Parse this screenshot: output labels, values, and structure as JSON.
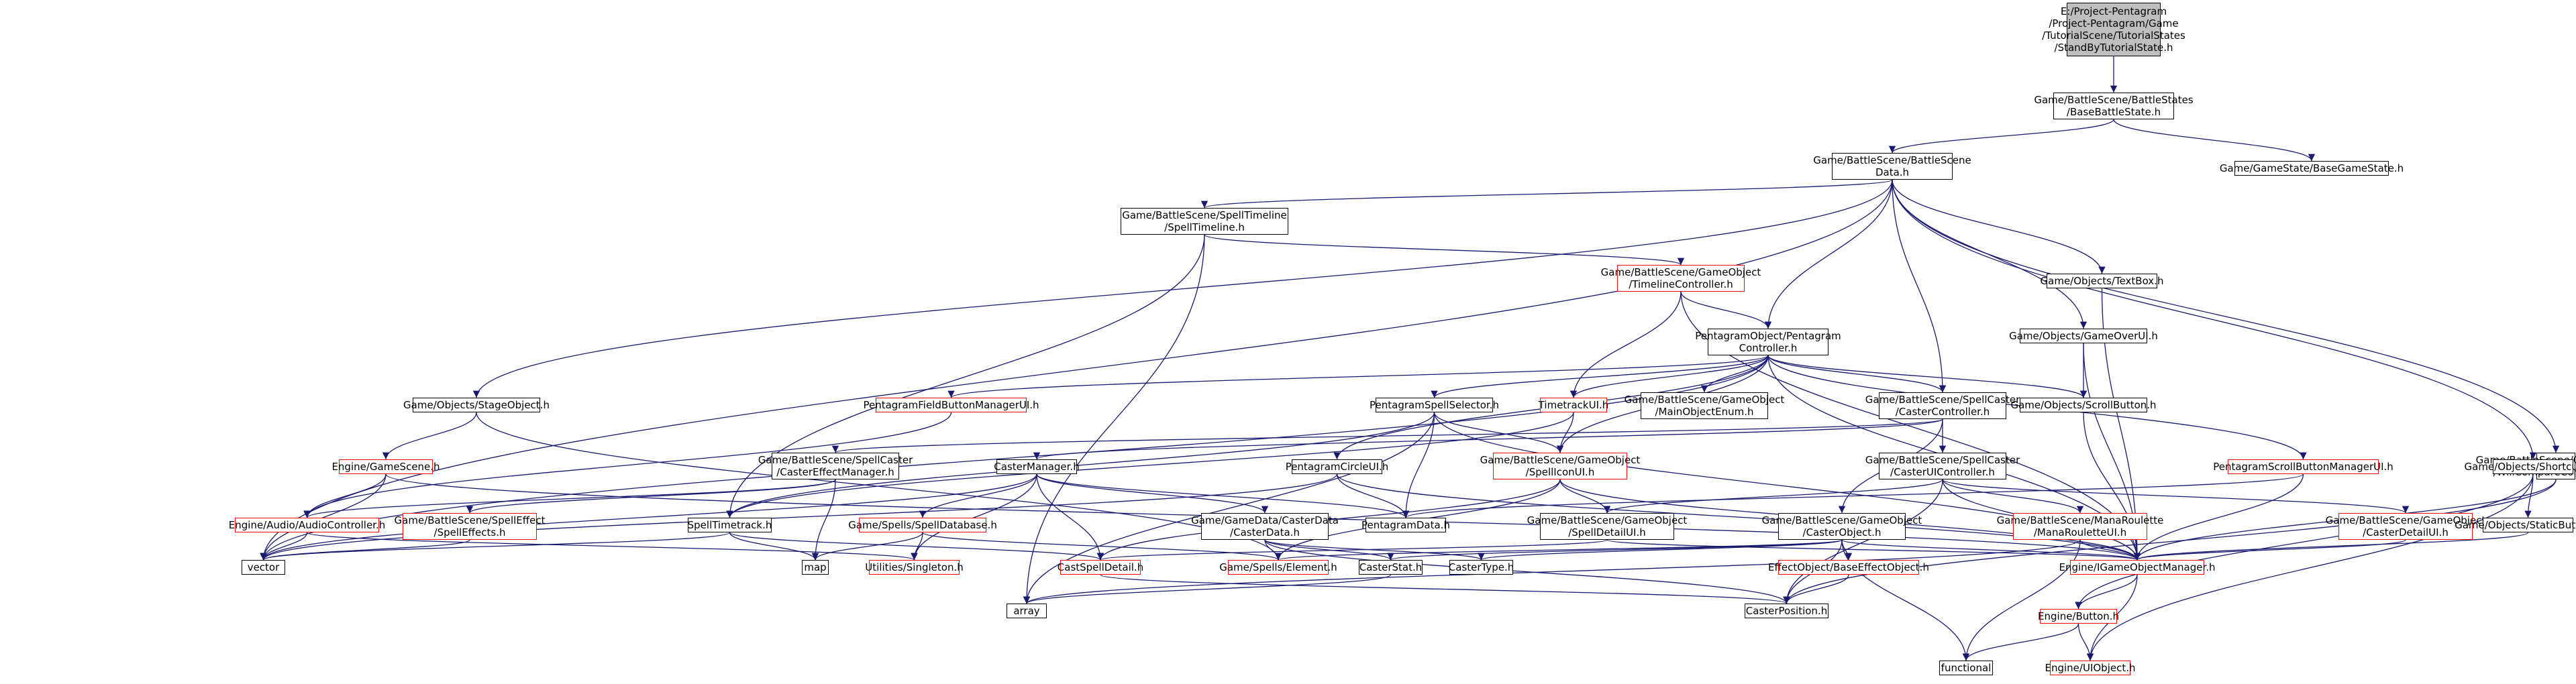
{
  "colors": {
    "edge": "#191970",
    "root_fill": "#bfbfbf",
    "node_border": "#000000",
    "missing_border": "#ff0000",
    "text": "#000000"
  },
  "nodes": [
    {
      "id": "root",
      "label": "E:/Project-Pentagram\n/Project-Pentagram/Game\n/TutorialScene/TutorialStates\n/StandByTutorialState.h",
      "kind": "root"
    },
    {
      "id": "basebattlestate",
      "label": "Game/BattleScene/BattleStates\n/BaseBattleState.h",
      "kind": "normal"
    },
    {
      "id": "basegamestate",
      "label": "Game/GameState/BaseGameState.h",
      "kind": "normal"
    },
    {
      "id": "battlescenedata",
      "label": "Game/BattleScene/BattleScene\nData.h",
      "kind": "normal"
    },
    {
      "id": "spelltimeline",
      "label": "Game/BattleScene/SpellTimeline\n/SpellTimeline.h",
      "kind": "normal"
    },
    {
      "id": "timelinecontroller",
      "label": "Game/BattleScene/GameObject\n/TimelineController.h",
      "kind": "missing"
    },
    {
      "id": "textbox",
      "label": "Game/Objects/TextBox.h",
      "kind": "normal"
    },
    {
      "id": "stageobject",
      "label": "Game/Objects/StageObject.h",
      "kind": "normal"
    },
    {
      "id": "pentagramcontroller",
      "label": "PentagramObject/Pentagram\nController.h",
      "kind": "normal"
    },
    {
      "id": "gameoverui",
      "label": "Game/Objects/GameOverUI.h",
      "kind": "normal"
    },
    {
      "id": "pentagramfieldbtn",
      "label": "PentagramFieldButtonManagerUI.h",
      "kind": "missing"
    },
    {
      "id": "pentagramspellselector",
      "label": "PentagramSpellSelector.h",
      "kind": "normal"
    },
    {
      "id": "timetrackui",
      "label": "TimetrackUI.h",
      "kind": "missing"
    },
    {
      "id": "mainobjectenum",
      "label": "Game/BattleScene/GameObject\n/MainObjectEnum.h",
      "kind": "normal"
    },
    {
      "id": "castercontroller",
      "label": "Game/BattleScene/SpellCaster\n/CasterController.h",
      "kind": "normal"
    },
    {
      "id": "scrollbutton",
      "label": "Game/Objects/ScrollButton.h",
      "kind": "normal"
    },
    {
      "id": "enginegamescene",
      "label": "Engine/GameScene.h",
      "kind": "missing"
    },
    {
      "id": "castereffectmanager",
      "label": "Game/BattleScene/SpellCaster\n/CasterEffectManager.h",
      "kind": "normal"
    },
    {
      "id": "castermanager",
      "label": "CasterManager.h",
      "kind": "normal"
    },
    {
      "id": "pentagramcircleui",
      "label": "PentagramCircleUI.h",
      "kind": "normal"
    },
    {
      "id": "spelliconui",
      "label": "Game/BattleScene/GameObject\n/SpellIconUI.h",
      "kind": "missing"
    },
    {
      "id": "casteruicontroller",
      "label": "Game/BattleScene/SpellCaster\n/CasterUIController.h",
      "kind": "normal"
    },
    {
      "id": "pentagramscrollbtn",
      "label": "PentagramScrollButtonManagerUI.h",
      "kind": "missing"
    },
    {
      "id": "willcompareui",
      "label": "Game/BattleScene/GameObject\n/WillCompareController.h",
      "kind": "normal"
    },
    {
      "id": "shortcutui",
      "label": "Game/Objects/ShortcutUI.h",
      "kind": "normal"
    },
    {
      "id": "audiocontroller",
      "label": "Engine/Audio/AudioController.h",
      "kind": "missing"
    },
    {
      "id": "spelleffects",
      "label": "Game/BattleScene/SpellEffect\n/SpellEffects.h",
      "kind": "missing"
    },
    {
      "id": "spelltimetrack",
      "label": "SpellTimetrack.h",
      "kind": "normal"
    },
    {
      "id": "spelldatabase",
      "label": "Game/Spells/SpellDatabase.h",
      "kind": "missing"
    },
    {
      "id": "casterdata",
      "label": "Game/GameData/CasterData\n/CasterData.h",
      "kind": "normal"
    },
    {
      "id": "pentagramdata",
      "label": "PentagramData.h",
      "kind": "normal"
    },
    {
      "id": "spelldetailui",
      "label": "Game/BattleScene/GameObject\n/SpellDetailUI.h",
      "kind": "normal"
    },
    {
      "id": "casterobject",
      "label": "Game/BattleScene/GameObject\n/CasterObject.h",
      "kind": "normal"
    },
    {
      "id": "manaroulette",
      "label": "Game/BattleScene/ManaRoulette\n/ManaRouletteUI.h",
      "kind": "missing"
    },
    {
      "id": "casterdetailui",
      "label": "Game/BattleScene/GameObject\n/CasterDetailUI.h",
      "kind": "missing"
    },
    {
      "id": "staticbutton",
      "label": "Game/Objects/StaticButton.h",
      "kind": "normal"
    },
    {
      "id": "vector",
      "label": "vector",
      "kind": "normal"
    },
    {
      "id": "map",
      "label": "map",
      "kind": "normal"
    },
    {
      "id": "singleton",
      "label": "Utilities/Singleton.h",
      "kind": "missing"
    },
    {
      "id": "castspelldetail",
      "label": "CastSpellDetail.h",
      "kind": "missing"
    },
    {
      "id": "element",
      "label": "Game/Spells/Element.h",
      "kind": "missing"
    },
    {
      "id": "casterstat",
      "label": "CasterStat.h",
      "kind": "normal"
    },
    {
      "id": "castertype",
      "label": "CasterType.h",
      "kind": "normal"
    },
    {
      "id": "baseeffectobject",
      "label": "EffectObject/BaseEffectObject.h",
      "kind": "missing"
    },
    {
      "id": "gameobjectmanager",
      "label": "Engine/IGameObjectManager.h",
      "kind": "missing"
    },
    {
      "id": "array",
      "label": "array",
      "kind": "normal"
    },
    {
      "id": "casterposition",
      "label": "CasterPosition.h",
      "kind": "normal"
    },
    {
      "id": "enginebutton",
      "label": "Engine/Button.h",
      "kind": "missing"
    },
    {
      "id": "functional",
      "label": "functional",
      "kind": "normal"
    },
    {
      "id": "uiobject",
      "label": "Engine/UIObject.h",
      "kind": "missing"
    }
  ],
  "edges": [
    [
      "root",
      "basebattlestate"
    ],
    [
      "basebattlestate",
      "battlescenedata"
    ],
    [
      "basebattlestate",
      "basegamestate"
    ],
    [
      "battlescenedata",
      "spelltimeline"
    ],
    [
      "battlescenedata",
      "stageobject"
    ],
    [
      "battlescenedata",
      "vector"
    ],
    [
      "battlescenedata",
      "pentagramcontroller"
    ],
    [
      "battlescenedata",
      "castercontroller"
    ],
    [
      "battlescenedata",
      "willcompareui"
    ],
    [
      "battlescenedata",
      "textbox"
    ],
    [
      "battlescenedata",
      "gameoverui"
    ],
    [
      "battlescenedata",
      "shortcutui"
    ],
    [
      "spelltimeline",
      "timelinecontroller"
    ],
    [
      "spelltimeline",
      "spelltimetrack"
    ],
    [
      "spelltimeline",
      "array"
    ],
    [
      "timelinecontroller",
      "pentagramcontroller"
    ],
    [
      "timelinecontroller",
      "timetrackui"
    ],
    [
      "timelinecontroller",
      "gameobjectmanager"
    ],
    [
      "textbox",
      "gameobjectmanager"
    ],
    [
      "stageobject",
      "enginegamescene"
    ],
    [
      "stageobject",
      "element"
    ],
    [
      "pentagramcontroller",
      "pentagramfieldbtn"
    ],
    [
      "pentagramcontroller",
      "pentagramspellselector"
    ],
    [
      "pentagramcontroller",
      "timetrackui"
    ],
    [
      "pentagramcontroller",
      "mainobjectenum"
    ],
    [
      "pentagramcontroller",
      "castercontroller"
    ],
    [
      "pentagramcontroller",
      "scrollbutton"
    ],
    [
      "pentagramcontroller",
      "pentagramcircleui"
    ],
    [
      "pentagramcontroller",
      "spelliconui"
    ],
    [
      "pentagramcontroller",
      "pentagramscrollbtn"
    ],
    [
      "pentagramcontroller",
      "vector"
    ],
    [
      "pentagramcontroller",
      "gameobjectmanager"
    ],
    [
      "gameoverui",
      "scrollbutton"
    ],
    [
      "gameoverui",
      "gameobjectmanager"
    ],
    [
      "scrollbutton",
      "gameobjectmanager"
    ],
    [
      "pentagramfieldbtn",
      "audiocontroller"
    ],
    [
      "pentagramspellselector",
      "spelliconui"
    ],
    [
      "pentagramspellselector",
      "spelltimetrack"
    ],
    [
      "pentagramspellselector",
      "pentagramdata"
    ],
    [
      "pentagramspellselector",
      "array"
    ],
    [
      "pentagramspellselector",
      "gameobjectmanager"
    ],
    [
      "timetrackui",
      "spelliconui"
    ],
    [
      "timetrackui",
      "spelltimetrack"
    ],
    [
      "castercontroller",
      "castereffectmanager"
    ],
    [
      "castercontroller",
      "castermanager"
    ],
    [
      "castercontroller",
      "casteruicontroller"
    ],
    [
      "castercontroller",
      "casterobject"
    ],
    [
      "enginegamescene",
      "audiocontroller"
    ],
    [
      "enginegamescene",
      "vector"
    ],
    [
      "enginegamescene",
      "gameobjectmanager"
    ],
    [
      "castereffectmanager",
      "spelleffects"
    ],
    [
      "castereffectmanager",
      "map"
    ],
    [
      "castereffectmanager",
      "audiocontroller"
    ],
    [
      "castermanager",
      "spelldatabase"
    ],
    [
      "castermanager",
      "casterdata"
    ],
    [
      "castermanager",
      "pentagramdata"
    ],
    [
      "castermanager",
      "castspelldetail"
    ],
    [
      "castermanager",
      "singleton"
    ],
    [
      "castermanager",
      "vector"
    ],
    [
      "pentagramcircleui",
      "pentagramdata"
    ],
    [
      "pentagramcircleui",
      "gameobjectmanager"
    ],
    [
      "pentagramcircleui",
      "vector"
    ],
    [
      "spelliconui",
      "spelldetailui"
    ],
    [
      "spelliconui",
      "element"
    ],
    [
      "spelliconui",
      "castspelldetail"
    ],
    [
      "spelliconui",
      "gameobjectmanager"
    ],
    [
      "casteruicontroller",
      "manaroulette"
    ],
    [
      "casteruicontroller",
      "casterdetailui"
    ],
    [
      "casteruicontroller",
      "spelldetailui"
    ],
    [
      "casteruicontroller",
      "casterposition"
    ],
    [
      "casteruicontroller",
      "gameobjectmanager"
    ],
    [
      "pentagramscrollbtn",
      "pentagramdata"
    ],
    [
      "pentagramscrollbtn",
      "gameobjectmanager"
    ],
    [
      "willcompareui",
      "casterposition"
    ],
    [
      "willcompareui",
      "gameobjectmanager"
    ],
    [
      "shortcutui",
      "staticbutton"
    ],
    [
      "shortcutui",
      "enginebutton"
    ],
    [
      "shortcutui",
      "uiobject"
    ],
    [
      "staticbutton",
      "gameobjectmanager"
    ],
    [
      "audiocontroller",
      "singleton"
    ],
    [
      "audiocontroller",
      "vector"
    ],
    [
      "spelleffects",
      "vector"
    ],
    [
      "spelltimetrack",
      "castspelldetail"
    ],
    [
      "spelltimetrack",
      "map"
    ],
    [
      "spelltimetrack",
      "vector"
    ],
    [
      "spelldatabase",
      "singleton"
    ],
    [
      "spelldatabase",
      "element"
    ],
    [
      "spelldatabase",
      "map"
    ],
    [
      "casterdata",
      "element"
    ],
    [
      "casterdata",
      "casterstat"
    ],
    [
      "casterdata",
      "castertype"
    ],
    [
      "casterdata",
      "casterposition"
    ],
    [
      "spelldetailui",
      "castspelldetail"
    ],
    [
      "spelldetailui",
      "gameobjectmanager"
    ],
    [
      "casterobject",
      "baseeffectobject"
    ],
    [
      "casterobject",
      "casterstat"
    ],
    [
      "casterobject",
      "castertype"
    ],
    [
      "casterobject",
      "casterposition"
    ],
    [
      "casterobject",
      "functional"
    ],
    [
      "casterobject",
      "gameobjectmanager"
    ],
    [
      "casterobject",
      "element"
    ],
    [
      "manaroulette",
      "array"
    ],
    [
      "manaroulette",
      "functional"
    ],
    [
      "manaroulette",
      "gameobjectmanager"
    ],
    [
      "casterdetailui",
      "gameobjectmanager"
    ],
    [
      "castspelldetail",
      "casterposition"
    ],
    [
      "casterstat",
      "array"
    ],
    [
      "baseeffectobject",
      "casterposition"
    ],
    [
      "gameobjectmanager",
      "enginebutton"
    ],
    [
      "gameobjectmanager",
      "uiobject"
    ],
    [
      "enginebutton",
      "functional"
    ],
    [
      "enginebutton",
      "uiobject"
    ]
  ]
}
